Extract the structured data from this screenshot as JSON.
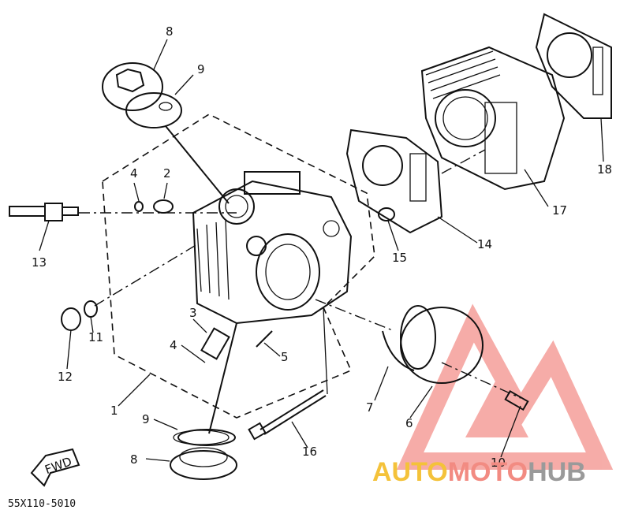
{
  "diagram": {
    "part_numbers": [
      "8",
      "9",
      "4",
      "2",
      "13",
      "12",
      "11",
      "3",
      "4",
      "5",
      "1",
      "9",
      "8",
      "16",
      "7",
      "6",
      "10",
      "15",
      "14",
      "17",
      "18"
    ],
    "drawing_code": "55X110-5010",
    "fwd_label": "FWD"
  },
  "watermark": {
    "part1": "AUTO",
    "part2": "MOTO",
    "part3": "HUB",
    "color_auto": "#f4c23a",
    "color_moto": "#f28b82",
    "color_hub": "#9a9a9a"
  }
}
